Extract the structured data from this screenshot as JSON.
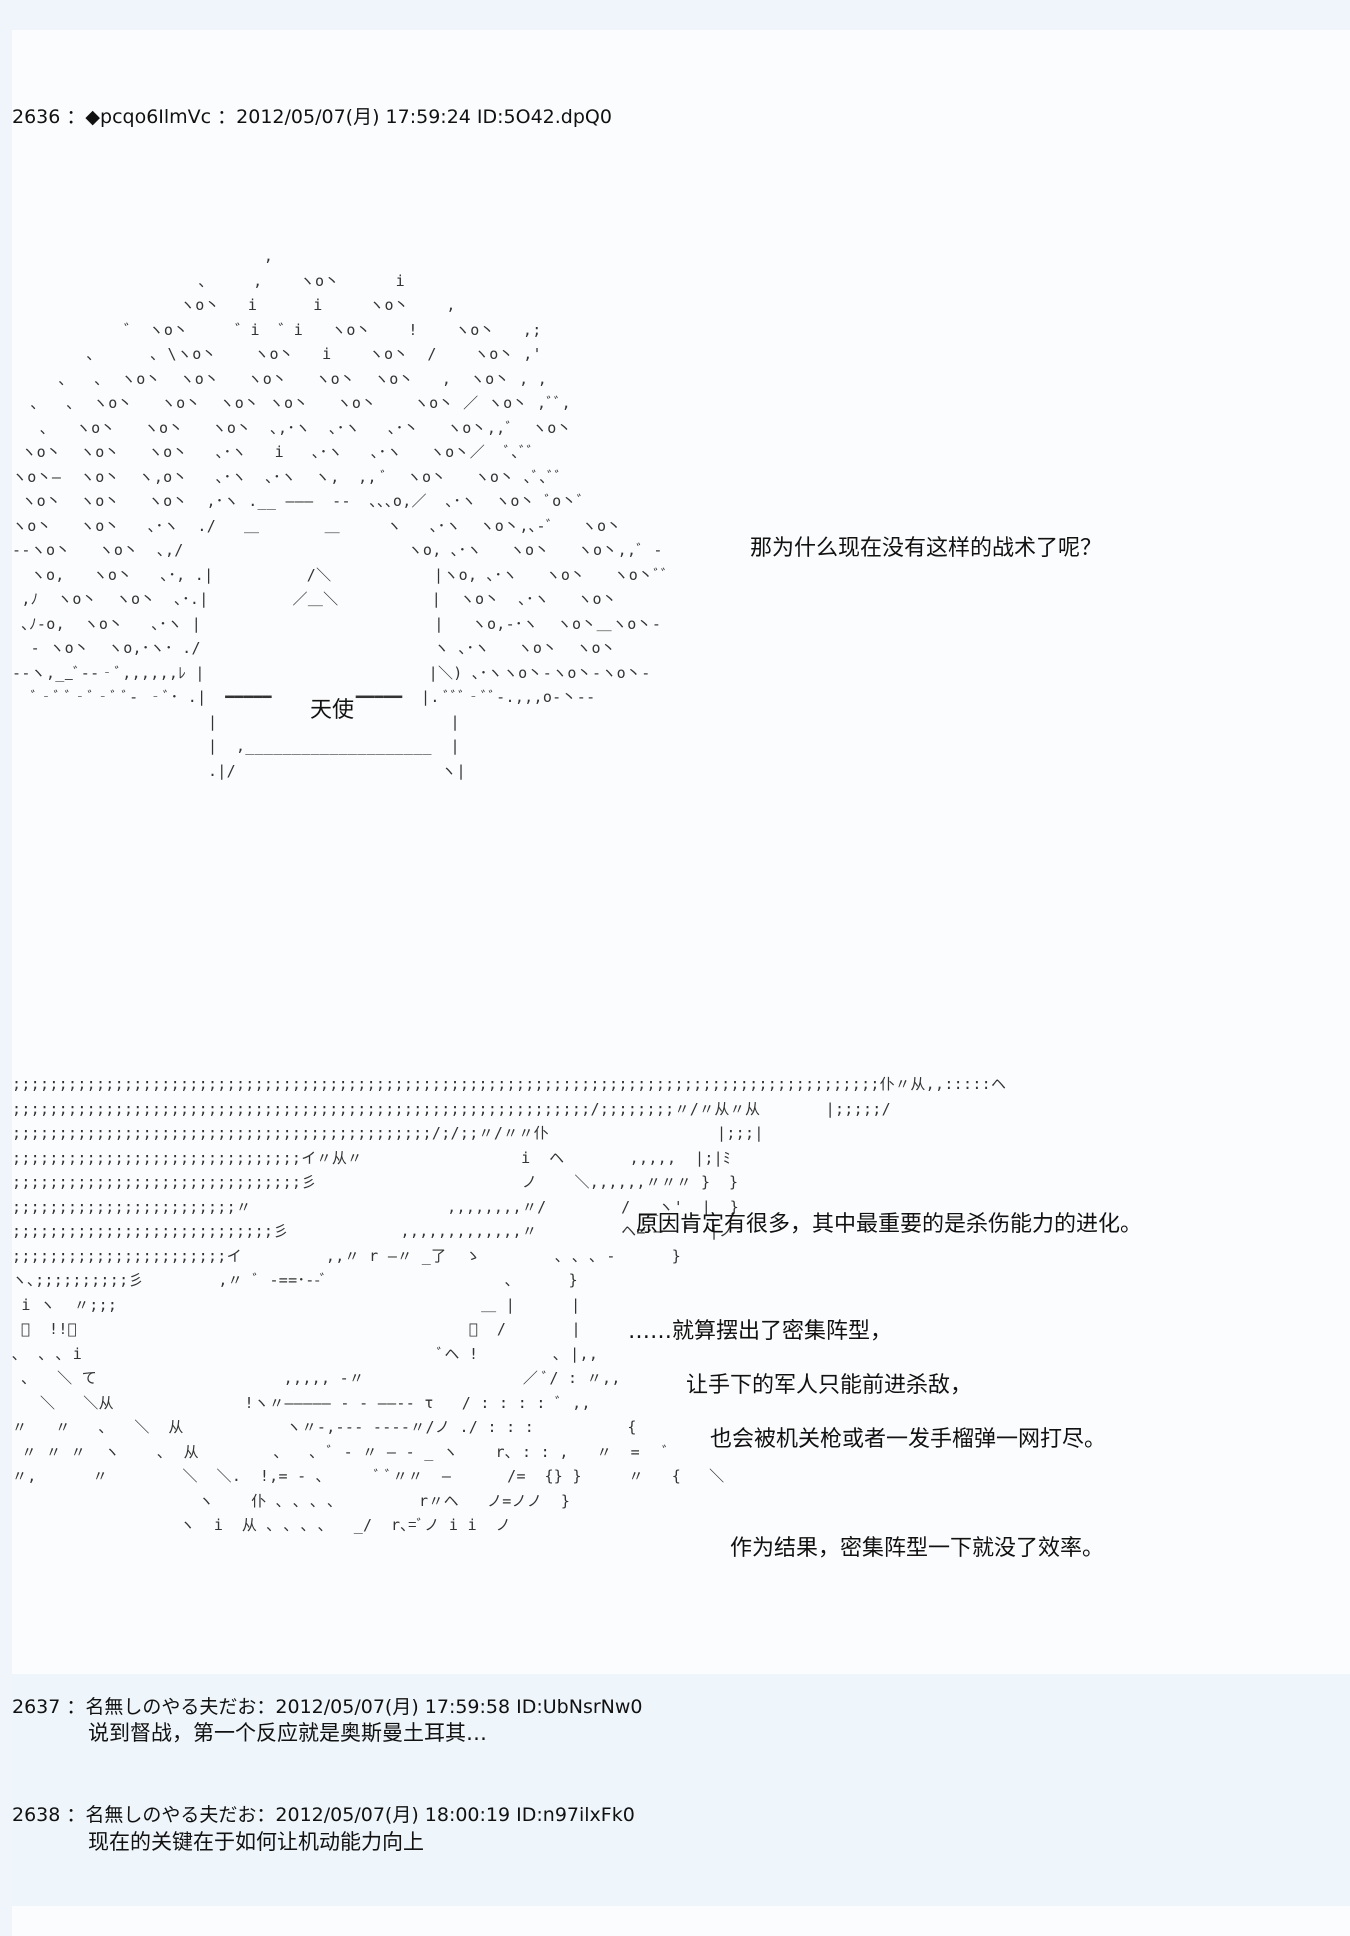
{
  "post_2636": {
    "header": "2636 ：◆pcqo6IlmVc ：2012/05/07(月) 17:59:24 ID:5O42.dpQ0",
    "aa_label": "天使",
    "line1": "那为什么现在没有这样的战术了呢？",
    "line2": "原因肯定有很多，其中最重要的是杀伤能力的进化。",
    "line3": "……就算摆出了密集阵型，",
    "line4": "让手下的军人只能前进杀敌，",
    "line5": "也会被机关枪或者一发手榴弹一网打尽。",
    "line6": "作为结果，密集阵型一下就没了效率。"
  },
  "post_2637": {
    "header": "2637 ：名無しのやる夫だお：2012/05/07(月) 17:59:58 ID:UbNsrNw0",
    "body": "说到督战，第一个反应就是奥斯曼土耳其…"
  },
  "post_2638": {
    "header": "2638 ：名無しのやる夫だお：2012/05/07(月) 18:00:19 ID:n97ilxFk0",
    "body": "现在的关键在于如何让机动能力向上"
  }
}
